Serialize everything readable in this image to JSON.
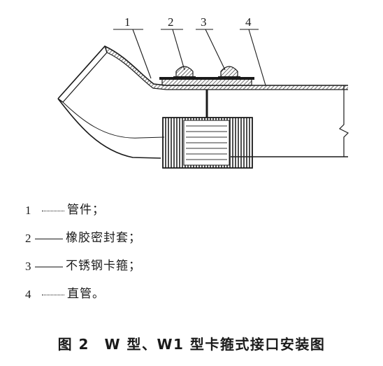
{
  "callouts": [
    "1",
    "2",
    "3",
    "4"
  ],
  "legend": [
    {
      "num": "1",
      "text": "管件；"
    },
    {
      "num": "2",
      "text": "橡胶密封套；"
    },
    {
      "num": "3",
      "text": "不锈钢卡箍；"
    },
    {
      "num": "4",
      "text": "直管。"
    }
  ],
  "caption": "图 2　W 型、W1 型卡箍式接口安装图",
  "colors": {
    "ink": "#1a1a1a",
    "hatch": "#333333"
  }
}
